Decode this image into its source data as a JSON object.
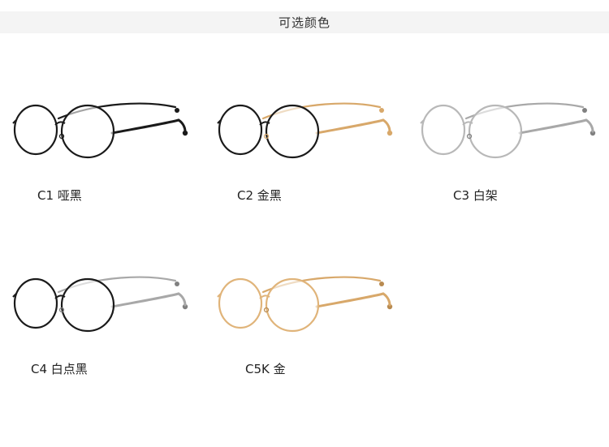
{
  "header": {
    "title": "可选颜色"
  },
  "items": [
    {
      "label": "C1 哑黑",
      "frame_color": "#1a1a1a",
      "temple_color": "#1a1a1a",
      "tip_color": "#1a1a1a"
    },
    {
      "label": "C2 金黑",
      "frame_color": "#1a1a1a",
      "temple_color": "#d8a86a",
      "tip_color": "#d8a86a"
    },
    {
      "label": "C3 白架",
      "frame_color": "#b8b8b8",
      "temple_color": "#a8a8a8",
      "tip_color": "#808080"
    },
    {
      "label": "C4 白点黑",
      "frame_color": "#1a1a1a",
      "temple_color": "#a8a8a8",
      "tip_color": "#808080"
    },
    {
      "label": "C5K 金",
      "frame_color": "#e0b47a",
      "temple_color": "#d8a86a",
      "tip_color": "#b88a50"
    }
  ]
}
